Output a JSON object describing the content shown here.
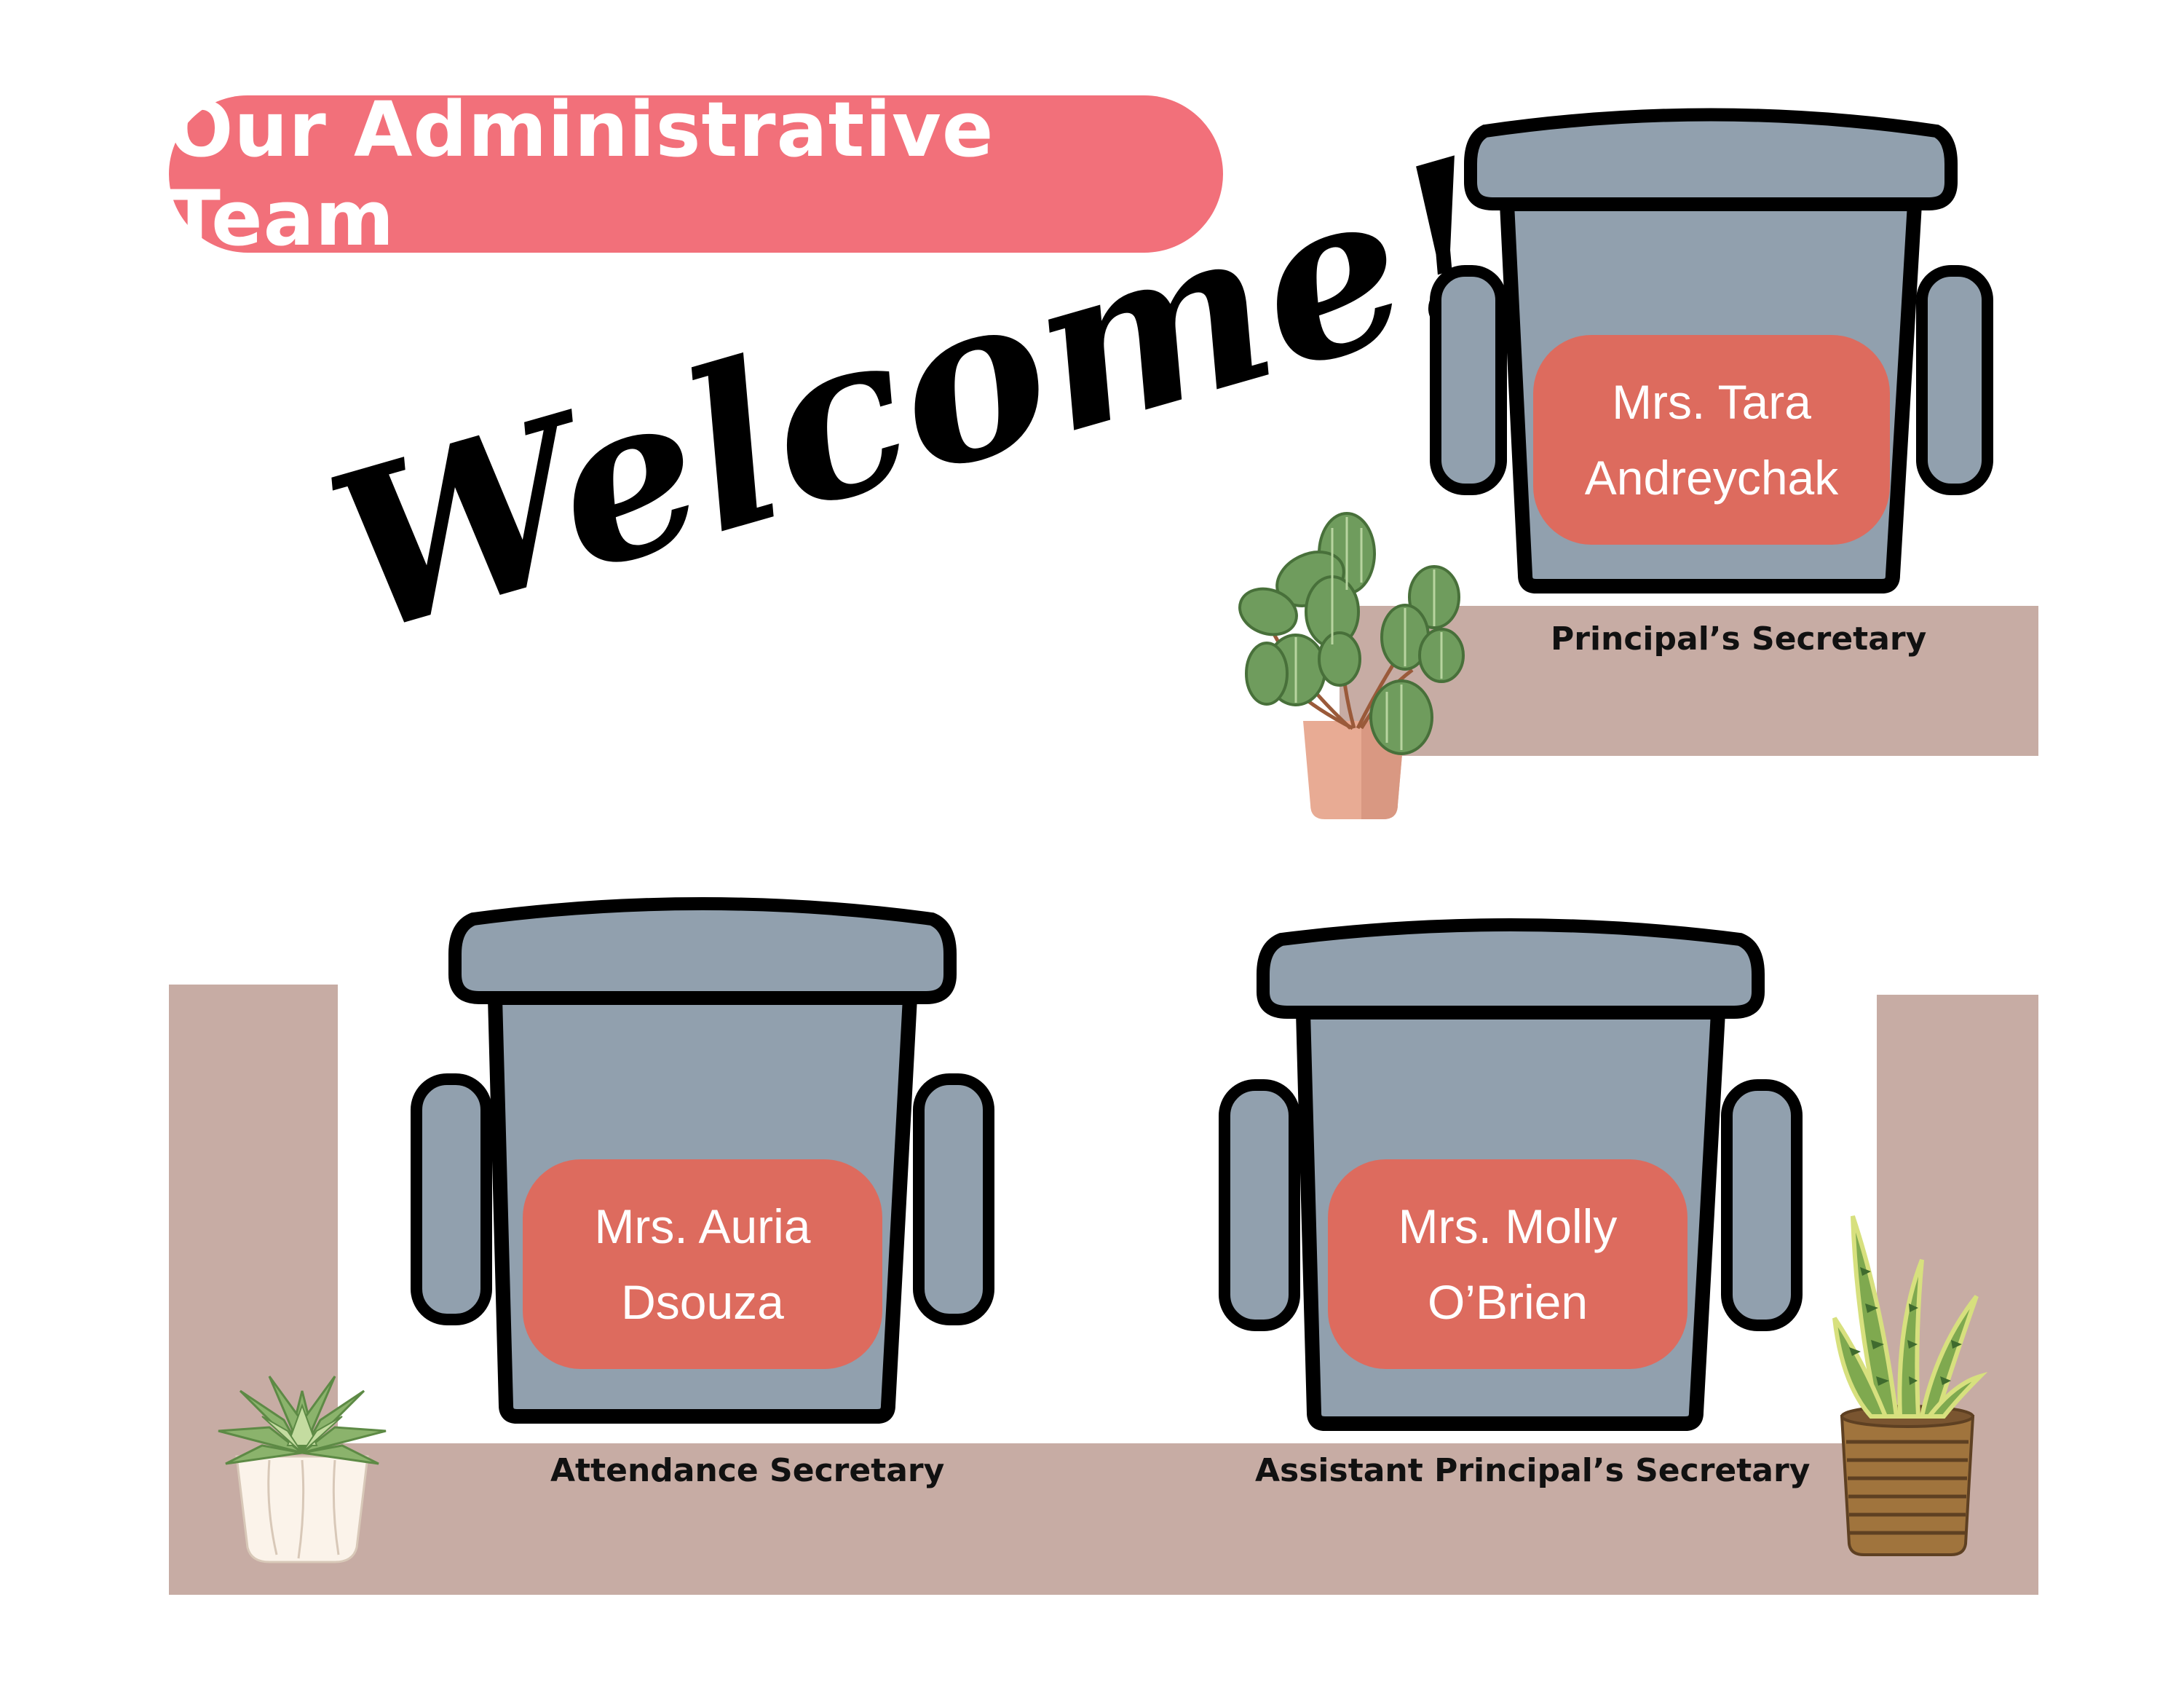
{
  "page": {
    "title": "Our Administrative Team",
    "greeting": "Welcome!"
  },
  "team": [
    {
      "first_line": "Mrs. Tara",
      "second_line": "Andreychak",
      "role": "Principal’s Secretary"
    },
    {
      "first_line": "Mrs. Auria",
      "second_line": "Dsouza",
      "role": "Attendance Secretary"
    },
    {
      "first_line": "Mrs. Molly",
      "second_line": "O’Brien",
      "role": "Assistant Principal’s Secretary"
    }
  ],
  "colors": {
    "title_pill": "#f2707a",
    "nameplate": "#dd6b5e",
    "chair": "#91a0ae",
    "desk": "#c7aca4"
  },
  "icons": [
    "office-chair-icon",
    "peperomia-plant-icon",
    "succulent-plant-icon",
    "snake-plant-icon"
  ]
}
